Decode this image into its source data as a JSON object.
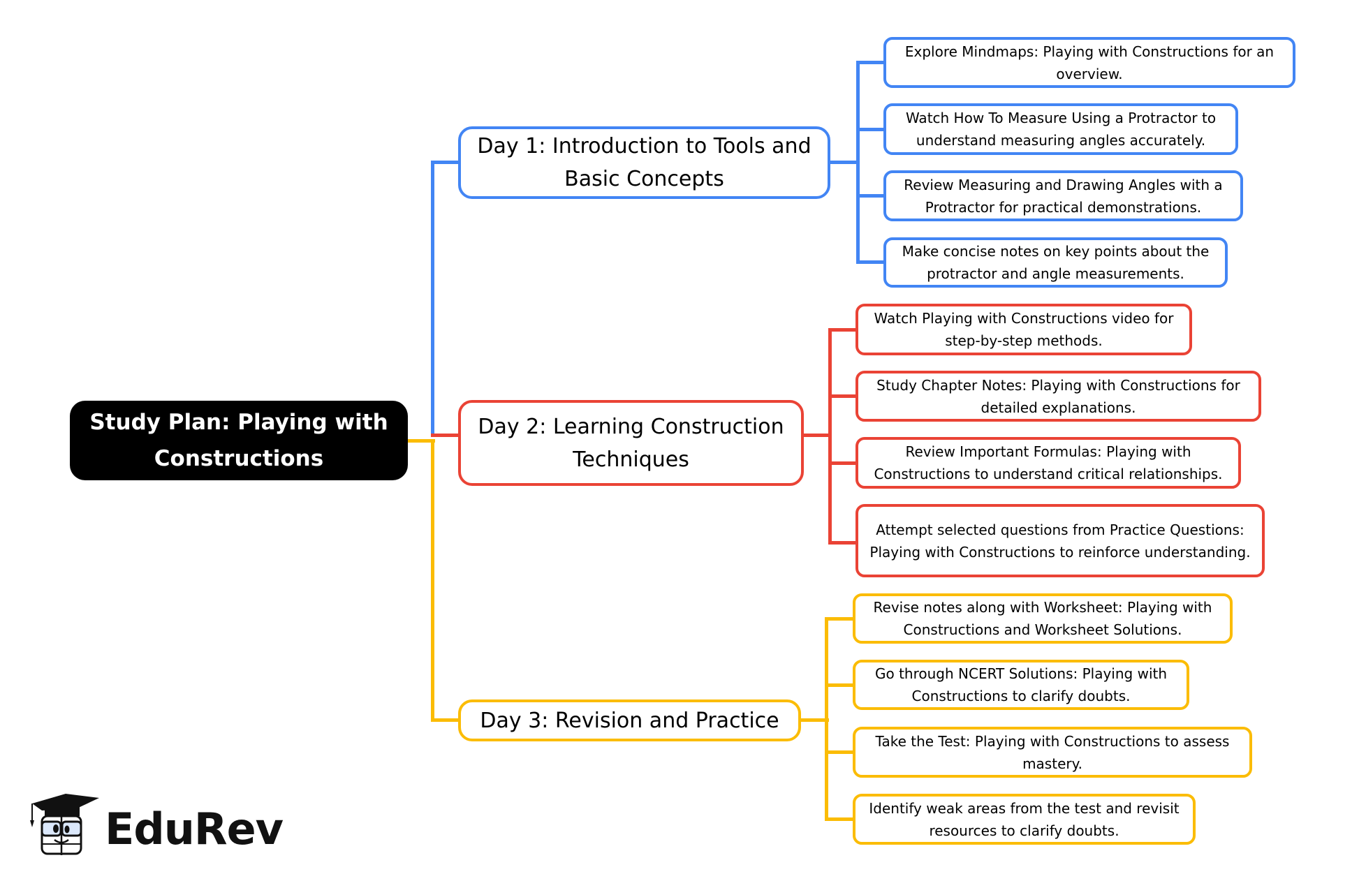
{
  "root": {
    "label": "Study Plan: Playing with Constructions"
  },
  "colors": {
    "day1": "#4285f4",
    "day2": "#ea4335",
    "day3": "#fbbc05",
    "root_bg": "#000000"
  },
  "days": [
    {
      "label": "Day 1: Introduction to Tools and Basic Concepts",
      "tasks": [
        "Explore Mindmaps: Playing with Constructions for an overview.",
        "Watch How To Measure Using a Protractor to understand measuring angles accurately.",
        "Review Measuring and Drawing Angles with a Protractor for practical demonstrations.",
        "Make concise notes on key points about the protractor and angle measurements."
      ]
    },
    {
      "label": "Day 2: Learning Construction Techniques",
      "tasks": [
        "Watch Playing with Constructions video for step-by-step methods.",
        "Study Chapter Notes: Playing with Constructions for detailed explanations.",
        "Review Important Formulas: Playing with Constructions to understand critical relationships.",
        "Attempt selected questions from Practice Questions: Playing with Constructions to reinforce understanding."
      ]
    },
    {
      "label": "Day 3: Revision and Practice",
      "tasks": [
        "Revise notes along with Worksheet: Playing with Constructions and Worksheet Solutions.",
        "Go through NCERT Solutions: Playing with Constructions to clarify doubts.",
        "Take the Test: Playing with Constructions to assess mastery.",
        "Identify weak areas from the test and revisit resources to clarify doubts."
      ]
    }
  ],
  "brand": {
    "name": "EduRev",
    "icon": "graduation-cap-mascot-icon"
  }
}
